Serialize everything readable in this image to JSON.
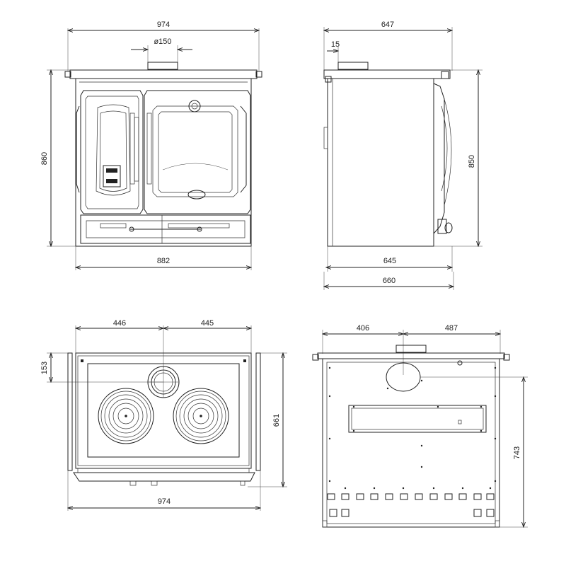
{
  "front_view": {
    "overall_width": "974",
    "flue_diameter": "ø150",
    "height": "860",
    "base_width": "882"
  },
  "side_view": {
    "overall_depth": "647",
    "flue_offset": "15",
    "height": "850",
    "body_depth": "645",
    "total_depth": "660"
  },
  "top_view": {
    "left_to_flue": "446",
    "flue_to_right": "445",
    "flue_from_back": "153",
    "depth": "661",
    "overall_width": "974"
  },
  "rear_view": {
    "left_to_flue": "406",
    "flue_to_right": "487",
    "flue_height": "743"
  },
  "colors": {
    "line": "#222222",
    "background": "#ffffff"
  }
}
